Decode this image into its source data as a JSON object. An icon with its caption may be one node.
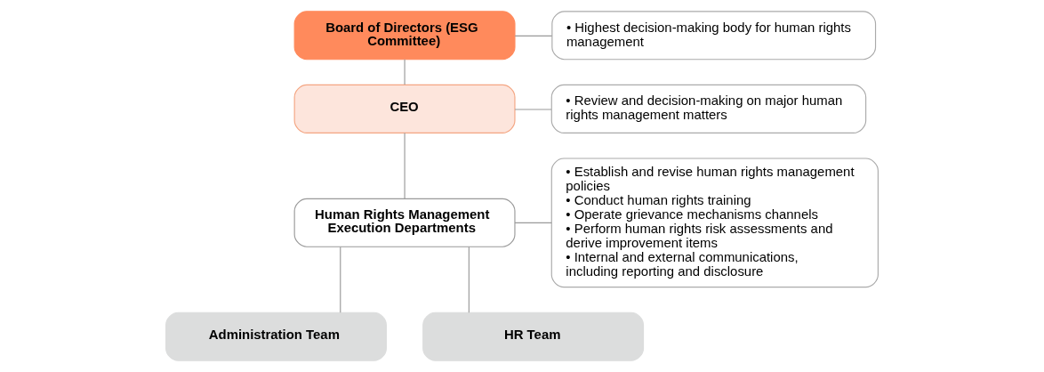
{
  "diagram": {
    "nodes": [
      {
        "text": [
          "Board of Directors (ESG Committee)"
        ]
      },
      {
        "text": [
          "CEO"
        ]
      },
      {
        "text": [
          "Human Rights Management Execution Departments"
        ]
      },
      {
        "text": [
          "Administration Team"
        ]
      },
      {
        "text": [
          "HR Team"
        ]
      },
      {
        "text": [
          "• Highest decision-making body for human rights management"
        ]
      },
      {
        "text": [
          "• Review and decision-making on major human rights management matters"
        ]
      },
      {
        "text": [
          "• Establish and revise human rights management policies",
          "• Conduct human rights training",
          "• Operate grievance mechanisms channels",
          "• Perform human rights risk assessments and derive improvement items",
          "• Internal and external communications, including reporting and disclosure"
        ]
      }
    ],
    "edges": [
      {
        "from": 0,
        "to": 1,
        "arrow": "none"
      },
      {
        "from": 1,
        "to": 2,
        "arrow": "none"
      },
      {
        "from": 2,
        "to": 3,
        "arrow": "none"
      },
      {
        "from": 2,
        "to": 4,
        "arrow": "none"
      },
      {
        "from": 0,
        "to": 5,
        "arrow": "none"
      },
      {
        "from": 1,
        "to": 6,
        "arrow": "none"
      },
      {
        "from": 2,
        "to": 7,
        "arrow": "none"
      }
    ]
  }
}
